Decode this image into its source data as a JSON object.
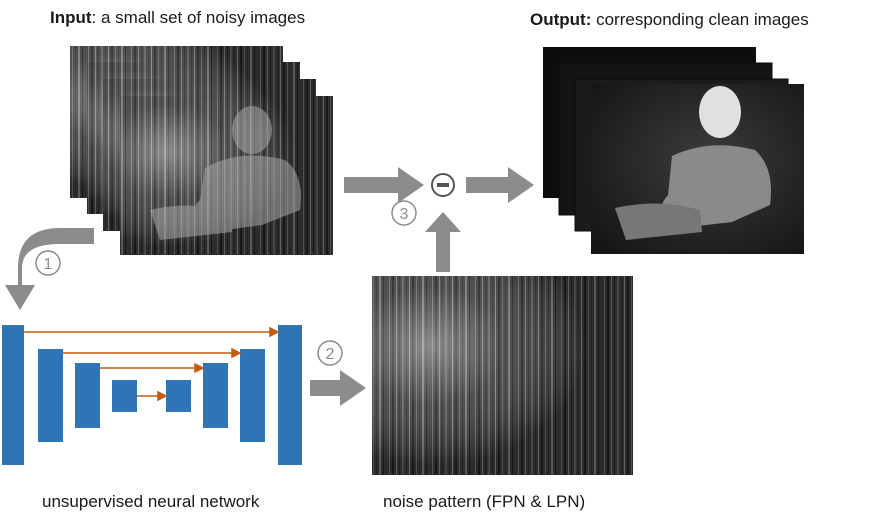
{
  "input_caption": {
    "bold": "Input",
    "rest": ": a small set of noisy images"
  },
  "output_caption": {
    "bold": "Output:",
    "rest": " corresponding clean images"
  },
  "network_caption": "unsupervised neural network",
  "noise_caption": "noise pattern (FPN & LPN)",
  "steps": {
    "step1": "1",
    "step2": "2",
    "step3": "3"
  },
  "operator_symbol": "−",
  "colors": {
    "arrow_gray": "#8c8c8c",
    "network_blue": "#2f74b5",
    "skip_orange": "#c55a11",
    "dark_frame": "#0d0d0d"
  }
}
